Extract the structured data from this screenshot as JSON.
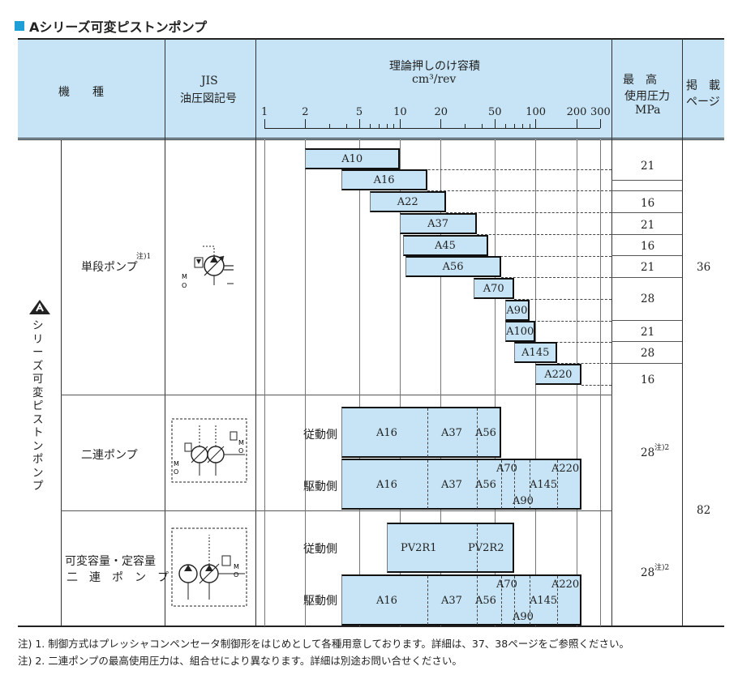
{
  "title": "Aシリーズ可変ピストンポンプ",
  "header": {
    "model": "機　　種",
    "jis_line1": "JIS",
    "jis_line2": "油圧図記号",
    "displacement_line1": "理論押しのけ容積",
    "displacement_line2": "cm³/rev",
    "pressure_line1": "最　高",
    "pressure_line2": "使用圧力",
    "pressure_line3": "MPa",
    "page_line1": "掲　載",
    "page_line2": "ページ",
    "scale_ticks": [
      "1",
      "2",
      "5",
      "10",
      "20",
      "50",
      "100",
      "200",
      "300"
    ]
  },
  "series_label": "シリーズ可変ピストンポンプ",
  "rows": {
    "single": {
      "label": "単段ポンプ",
      "note_mark": "注)1",
      "page": "36",
      "bars": [
        {
          "name": "A10",
          "min": 2,
          "max": 10,
          "pressure": "21"
        },
        {
          "name": "A16",
          "min": 3.7,
          "max": 16,
          "pressure": ""
        },
        {
          "name": "A22",
          "min": 6,
          "max": 22,
          "pressure": "16"
        },
        {
          "name": "A37",
          "min": 10,
          "max": 37,
          "pressure": "21"
        },
        {
          "name": "A45",
          "min": 10.5,
          "max": 45,
          "pressure": "16"
        },
        {
          "name": "A56",
          "min": 11,
          "max": 56,
          "pressure": "21"
        },
        {
          "name": "A70",
          "min": 35,
          "max": 70,
          "pressure": "28"
        },
        {
          "name": "A90",
          "min": 60,
          "max": 90,
          "pressure": ""
        },
        {
          "name": "A100",
          "min": 60,
          "max": 100,
          "pressure": "21"
        },
        {
          "name": "A145",
          "min": 70,
          "max": 145,
          "pressure": "28"
        },
        {
          "name": "A220",
          "min": 100,
          "max": 220,
          "pressure": "16"
        }
      ]
    },
    "double": {
      "label": "二連ポンプ",
      "pressure": "28",
      "note_mark": "注)2",
      "driven": "従動側",
      "driving": "駆動側",
      "driven_models": [
        "A16",
        "A37",
        "A56"
      ],
      "driving_models": [
        "A16",
        "A37",
        "A56",
        "A70",
        "A90",
        "A145",
        "A220"
      ]
    },
    "mixed": {
      "label_line1": "可変容量・定容量",
      "label_line2": "二　連　ポ　ン　プ",
      "pressure": "28",
      "note_mark": "注)2",
      "driven": "従動側",
      "driving": "駆動側",
      "driven_models": [
        "PV2R1",
        "PV2R2"
      ],
      "driving_models": [
        "A16",
        "A37",
        "A56",
        "A70",
        "A90",
        "A145",
        "A220"
      ]
    },
    "shared_page": "82"
  },
  "notes": [
    "注) 1. 制御方式はプレッシャコンペンセータ制御形をはじめとして各種用意しております。詳細は、37、38ページをご参照ください。",
    "注) 2. 二連ポンプの最高使用圧力は、組合せにより異なります。詳細は別途お問い合せください。"
  ],
  "colors": {
    "header_bg": "#c6e4f5",
    "bar_fill": "#c6e4f5",
    "accent": "#1f9fd8"
  }
}
